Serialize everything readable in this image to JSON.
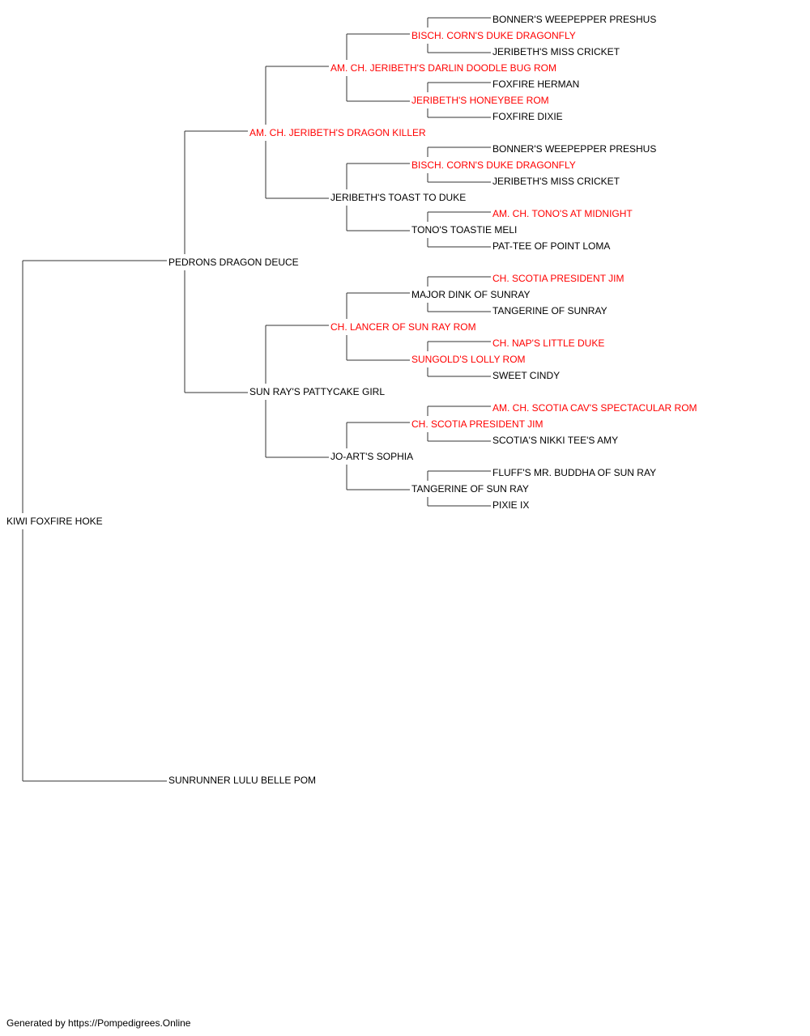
{
  "colors": {
    "champion": "#ff0000",
    "normal": "#000000",
    "line": "#333333"
  },
  "pedigree": {
    "subject": {
      "name": "KIWI FOXFIRE HOKE",
      "champion": false
    },
    "sire": {
      "name": "PEDRONS DRAGON DEUCE",
      "champion": false
    },
    "dam": {
      "name": "SUNRUNNER LULU BELLE POM",
      "champion": false
    },
    "ss": {
      "name": "AM. CH. JERIBETH'S DRAGON KILLER",
      "champion": true
    },
    "sd": {
      "name": "SUN RAY'S PATTYCAKE GIRL",
      "champion": false
    },
    "sss": {
      "name": "AM. CH. JERIBETH'S DARLIN DOODLE BUG ROM",
      "champion": true
    },
    "ssd": {
      "name": "JERIBETH'S TOAST TO DUKE",
      "champion": false
    },
    "sds": {
      "name": "CH. LANCER OF SUN RAY ROM",
      "champion": true
    },
    "sdd": {
      "name": "JO-ART'S SOPHIA",
      "champion": false
    },
    "ssss": {
      "name": "BISCH. CORN'S DUKE DRAGONFLY",
      "champion": true
    },
    "sssd": {
      "name": "JERIBETH'S HONEYBEE ROM",
      "champion": true
    },
    "ssds": {
      "name": "BISCH. CORN'S DUKE DRAGONFLY",
      "champion": true
    },
    "ssdd": {
      "name": "TONO'S TOASTIE MELI",
      "champion": false
    },
    "sdss": {
      "name": "MAJOR DINK OF SUNRAY",
      "champion": false
    },
    "sdsd": {
      "name": "SUNGOLD'S LOLLY ROM",
      "champion": true
    },
    "sdds": {
      "name": "CH. SCOTIA PRESIDENT JIM",
      "champion": true
    },
    "sddd": {
      "name": "TANGERINE OF SUN RAY",
      "champion": false
    },
    "sssss": {
      "name": "BONNER'S WEEPEPPER PRESHUS",
      "champion": false
    },
    "ssssd": {
      "name": "JERIBETH'S MISS CRICKET",
      "champion": false
    },
    "sssds": {
      "name": "FOXFIRE HERMAN",
      "champion": false
    },
    "sssdd": {
      "name": "FOXFIRE DIXIE",
      "champion": false
    },
    "ssdss": {
      "name": "BONNER'S WEEPEPPER PRESHUS",
      "champion": false
    },
    "ssdsd": {
      "name": "JERIBETH'S MISS CRICKET",
      "champion": false
    },
    "ssdds": {
      "name": "AM. CH. TONO'S AT MIDNIGHT",
      "champion": true
    },
    "ssddd": {
      "name": "PAT-TEE OF POINT LOMA",
      "champion": false
    },
    "sdsss": {
      "name": "CH. SCOTIA PRESIDENT JIM",
      "champion": true
    },
    "sdssd": {
      "name": "TANGERINE OF SUNRAY",
      "champion": false
    },
    "sdsds": {
      "name": "CH. NAP'S LITTLE DUKE",
      "champion": true
    },
    "sdsdd": {
      "name": "SWEET CINDY",
      "champion": false
    },
    "sddss": {
      "name": "AM. CH. SCOTIA CAV'S SPECTACULAR ROM",
      "champion": true
    },
    "sddsd": {
      "name": "SCOTIA'S NIKKI TEE'S AMY",
      "champion": false
    },
    "sddds": {
      "name": "FLUFF'S MR. BUDDHA OF SUN RAY",
      "champion": false
    },
    "sdddd": {
      "name": "PIXIE IX",
      "champion": false
    }
  },
  "footer": "Generated by https://Pompedigrees.Online"
}
